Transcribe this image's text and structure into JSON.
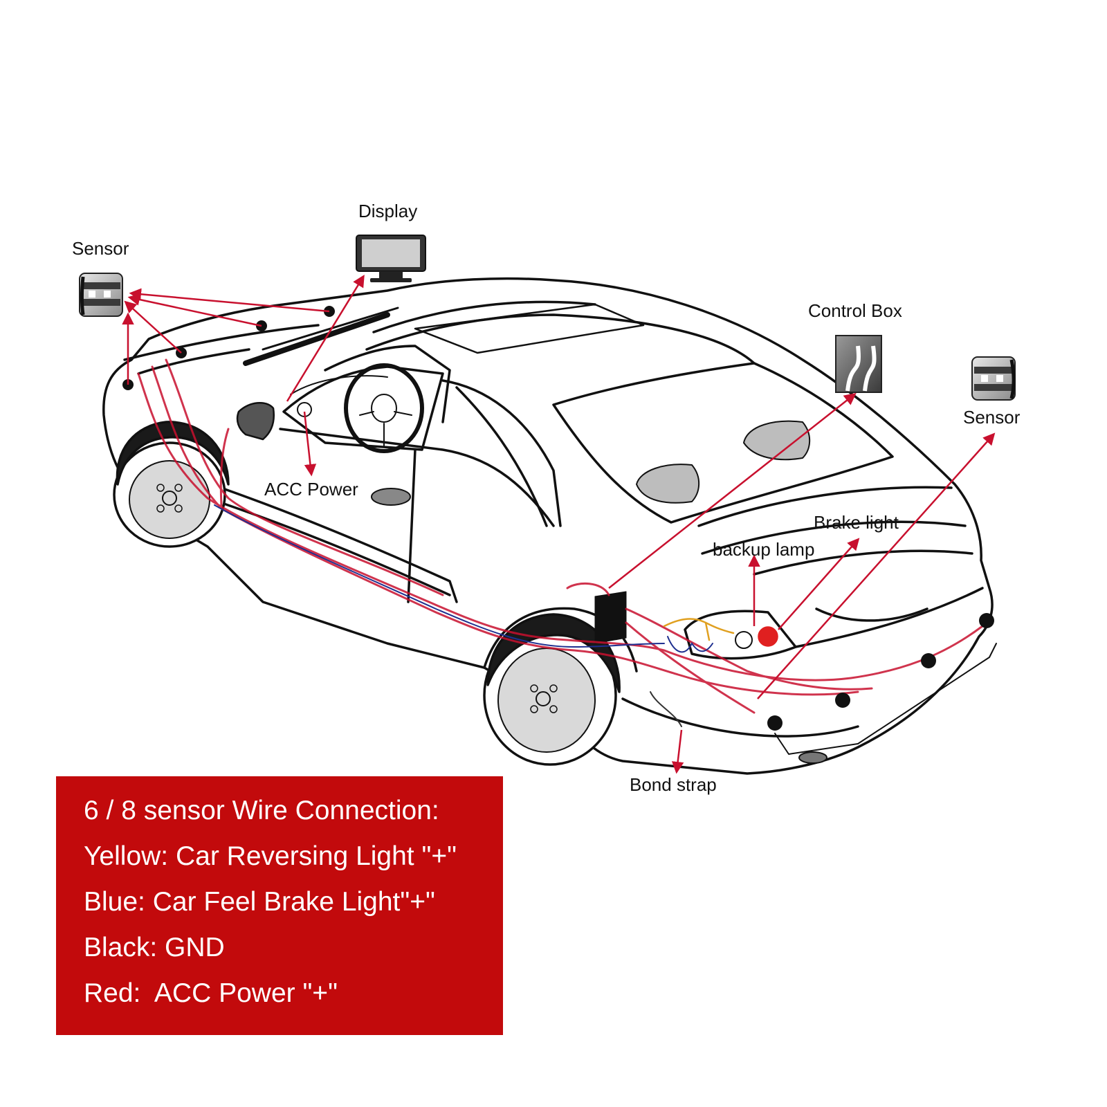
{
  "labels": {
    "display": "Display",
    "sensor_left": "Sensor",
    "sensor_right": "Sensor",
    "control_box": "Control Box",
    "acc_power": "ACC Power",
    "brake_light": "Brake light",
    "backup_lamp": "backup lamp",
    "bond_strap": "Bond strap"
  },
  "legend": {
    "title": "6 / 8 sensor Wire Connection:",
    "lines": [
      "Yellow: Car Reversing Light \"+\"",
      "Blue: Car Feel Brake Light\"+\"",
      "Black: GND",
      "Red:  ACC Power \"+\""
    ]
  },
  "colors": {
    "panel": "#c20a0c",
    "wire_red": "#c8102e",
    "wire_blue": "#1e2f8f",
    "wire_yellow": "#e0a020",
    "outline": "#111111"
  },
  "icons": [
    "sensor-icon",
    "display-icon",
    "control-box-icon"
  ]
}
